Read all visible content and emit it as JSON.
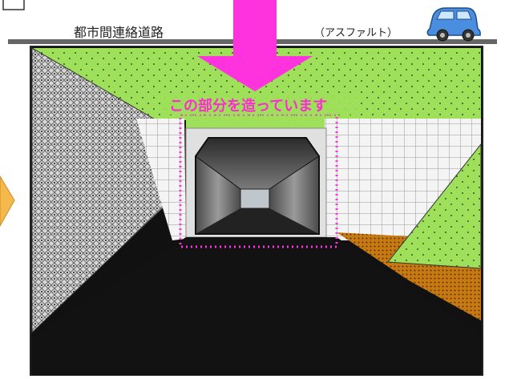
{
  "road": {
    "name_label": "都市間連絡道路",
    "surface_label": "（アスファルト）"
  },
  "callout": {
    "text": "この部分を造っています"
  },
  "colors": {
    "grass": "#9ee05a",
    "callout_arrow": "#ff33dd",
    "callout_text": "#ff2ad4",
    "car": "#4a8ee0",
    "road_line": "#555555",
    "asphalt": "#111111",
    "soil": "#c87a12",
    "side_arrow": "#f5b84a"
  },
  "icons": {
    "car": "car-icon",
    "down_arrow": "down-arrow-icon",
    "side_arrow": "right-arrow-icon"
  }
}
